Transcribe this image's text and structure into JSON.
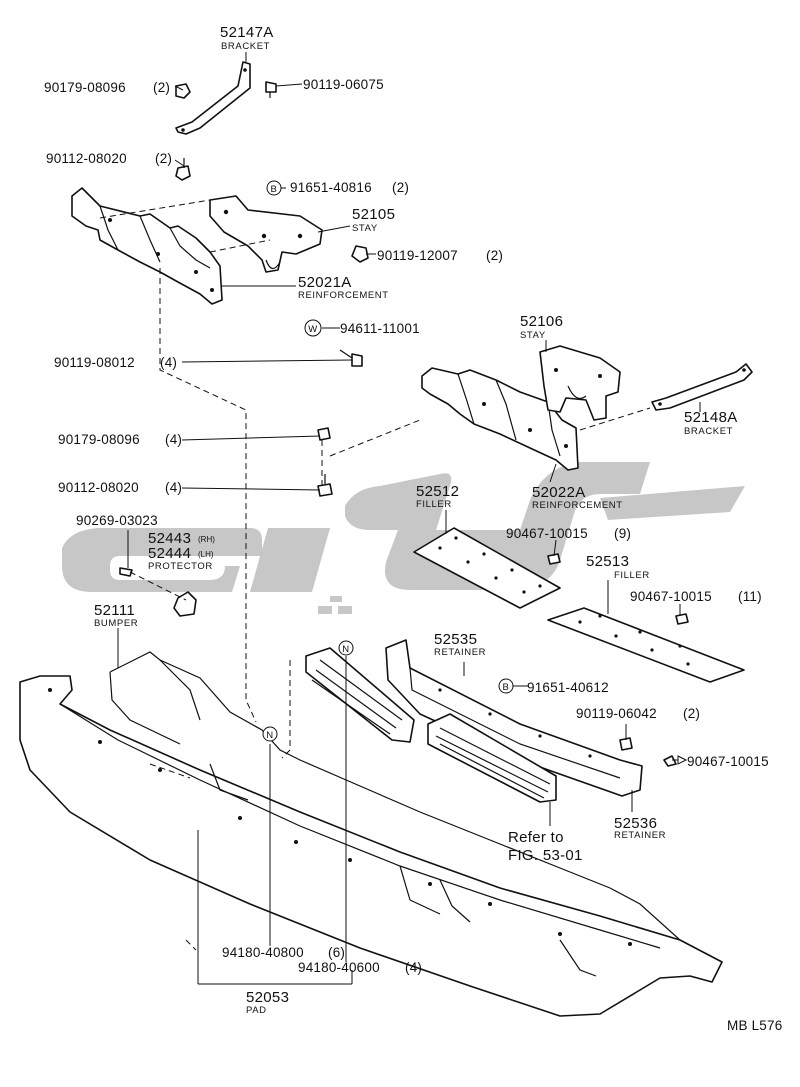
{
  "diagram": {
    "code": "MBL576",
    "code_display": "MB L576",
    "reference": {
      "line1": "Refer to",
      "line2": "FIG. 53-01"
    },
    "callouts": [
      {
        "id": "c52147A",
        "number": "52147A",
        "name": "BRACKET"
      },
      {
        "id": "c90179_1",
        "number": "90179-08096",
        "qty": "(2)"
      },
      {
        "id": "c90119_06075",
        "number": "90119-06075"
      },
      {
        "id": "c90112_1",
        "number": "90112-08020",
        "qty": "(2)"
      },
      {
        "id": "c91651_40816",
        "marker": "B",
        "number": "91651-40816",
        "qty": "(2)"
      },
      {
        "id": "c52105",
        "number": "52105",
        "name": "STAY"
      },
      {
        "id": "c90119_12007",
        "number": "90119-12007",
        "qty": "(2)"
      },
      {
        "id": "c52021A",
        "number": "52021A",
        "name": "REINFORCEMENT"
      },
      {
        "id": "c94611",
        "marker": "W",
        "number": "94611-11001"
      },
      {
        "id": "c90119_08012",
        "number": "90119-08012",
        "qty": "(4)"
      },
      {
        "id": "c52106",
        "number": "52106",
        "name": "STAY"
      },
      {
        "id": "c52148A",
        "number": "52148A",
        "name": "BRACKET"
      },
      {
        "id": "c90179_2",
        "number": "90179-08096",
        "qty": "(4)"
      },
      {
        "id": "c90112_2",
        "number": "90112-08020",
        "qty": "(4)"
      },
      {
        "id": "c52022A",
        "number": "52022A",
        "name": "REINFORCEMENT"
      },
      {
        "id": "c52512",
        "number": "52512",
        "name": "FILLER"
      },
      {
        "id": "c90269",
        "number": "90269-03023"
      },
      {
        "id": "c52443",
        "number": "52443",
        "side": "(RH)"
      },
      {
        "id": "c52444",
        "number": "52444",
        "side": "(LH)",
        "name": "PROTECTOR"
      },
      {
        "id": "c90467_9",
        "number": "90467-10015",
        "qty": "(9)"
      },
      {
        "id": "c52513",
        "number": "52513",
        "name": "FILLER"
      },
      {
        "id": "c90467_11",
        "number": "90467-10015",
        "qty": "(11)"
      },
      {
        "id": "c52111",
        "number": "52111",
        "name": "BUMPER"
      },
      {
        "id": "c52535",
        "number": "52535",
        "name": "RETAINER"
      },
      {
        "id": "c91651_40612",
        "marker": "B",
        "number": "91651-40612"
      },
      {
        "id": "c90119_06042",
        "number": "90119-06042",
        "qty": "(2)"
      },
      {
        "id": "c90467_1",
        "number": "90467-10015"
      },
      {
        "id": "c52536",
        "number": "52536",
        "name": "RETAINER"
      },
      {
        "id": "c94180_6",
        "number": "94180-40800",
        "qty": "(6)"
      },
      {
        "id": "c94180_4",
        "number": "94180-40600",
        "qty": "(4)"
      },
      {
        "id": "c52053",
        "number": "52053",
        "name": "PAD"
      }
    ],
    "markers": {
      "N": "N",
      "B": "B",
      "W": "W"
    },
    "colors": {
      "ink": "#111111",
      "paper": "#ffffff",
      "watermark": "#bdbdbd"
    }
  }
}
